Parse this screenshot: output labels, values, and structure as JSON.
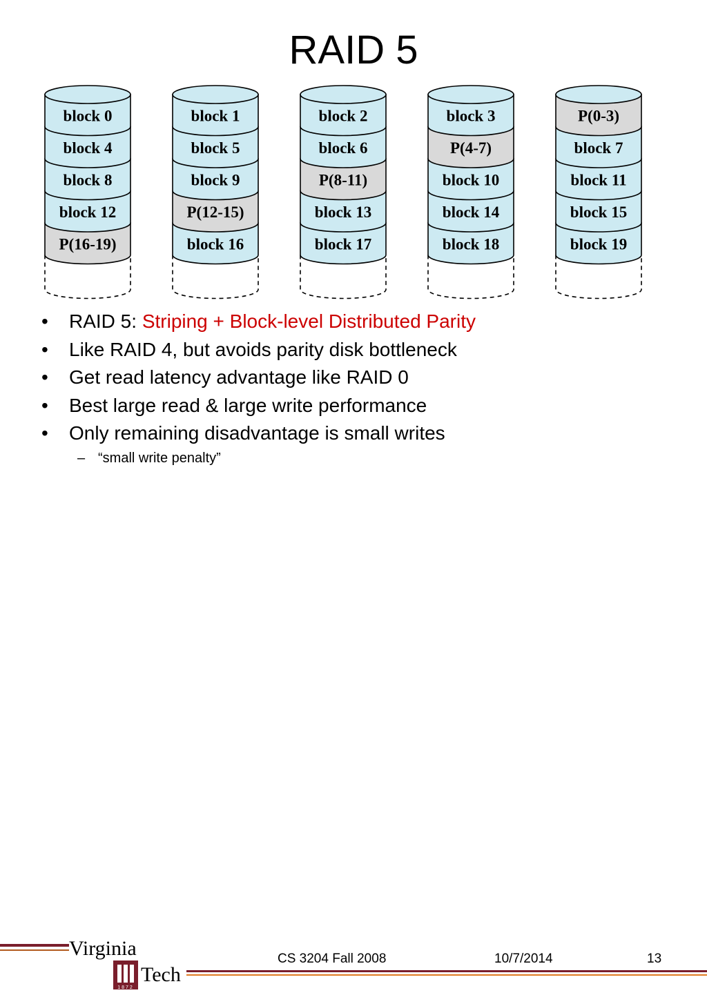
{
  "slide": {
    "title": "RAID 5"
  },
  "disks": [
    {
      "blocks": [
        "block 0",
        "block 4",
        "block 8",
        "block 12",
        "P(16-19)"
      ],
      "parity_row": 4
    },
    {
      "blocks": [
        "block 1",
        "block 5",
        "block 9",
        "P(12-15)",
        "block 16"
      ],
      "parity_row": 3
    },
    {
      "blocks": [
        "block 2",
        "block 6",
        "P(8-11)",
        "block 13",
        "block 17"
      ],
      "parity_row": 2
    },
    {
      "blocks": [
        "block 3",
        "P(4-7)",
        "block 10",
        "block 14",
        "block 18"
      ],
      "parity_row": 1
    },
    {
      "blocks": [
        "P(0-3)",
        "block 7",
        "block 11",
        "block 15",
        "block 19"
      ],
      "parity_row": 0
    }
  ],
  "colors": {
    "data_block": "#cdeaf2",
    "parity_block": "#d9d9d9",
    "accent_text": "#cc0000",
    "vt_maroon": "#7a1e2c",
    "vt_orange": "#e07a20"
  },
  "bullets": [
    {
      "prefix": "RAID 5: ",
      "emphasis": "Striping + Block-level Distributed Parity"
    },
    {
      "prefix": "Like RAID 4, but avoids parity disk bottleneck",
      "emphasis": ""
    },
    {
      "prefix": "Get read latency advantage like RAID 0",
      "emphasis": ""
    },
    {
      "prefix": "Best large read & large write performance",
      "emphasis": ""
    },
    {
      "prefix": "Only remaining disadvantage is small writes",
      "emphasis": ""
    }
  ],
  "bullet_glyph": "•",
  "sub_bullet": {
    "glyph": "–",
    "text": "“small write penalty”"
  },
  "footer": {
    "course": "CS 3204 Fall 2008",
    "date": "10/7/2014",
    "page": "13",
    "logo_word_1": "Virginia",
    "logo_word_2": "Tech",
    "logo_year": "1872"
  }
}
